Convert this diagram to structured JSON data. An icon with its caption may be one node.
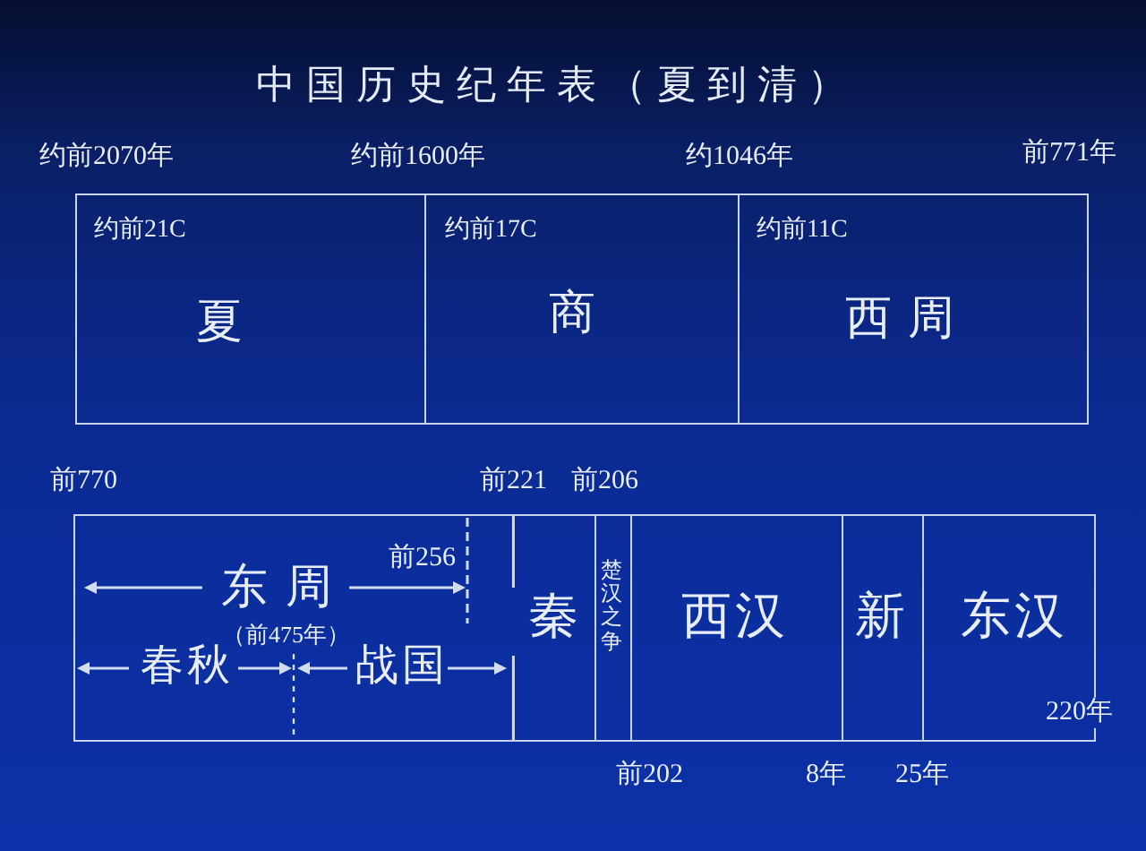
{
  "diagram": {
    "title": "中国历史纪年表（夏到清）",
    "nodes": [
      {
        "text": [
          "约前21C",
          "夏"
        ]
      },
      {
        "text": [
          "约前17C",
          "商"
        ]
      },
      {
        "text": [
          "约前11C",
          "西周"
        ]
      },
      {
        "text": [
          "东周",
          "春秋",
          "战国"
        ]
      },
      {
        "text": [
          "秦"
        ]
      },
      {
        "text": [
          "楚汉之争"
        ]
      },
      {
        "text": [
          "西汉"
        ]
      },
      {
        "text": [
          "新"
        ]
      },
      {
        "text": [
          "东汉"
        ]
      }
    ],
    "labels": [
      "约前2070年",
      "约前1600年",
      "约1046年",
      "前771年",
      "前770",
      "前221",
      "前206",
      "前256",
      "（前475年）",
      "220年",
      "前202",
      "8年",
      "25年"
    ]
  }
}
